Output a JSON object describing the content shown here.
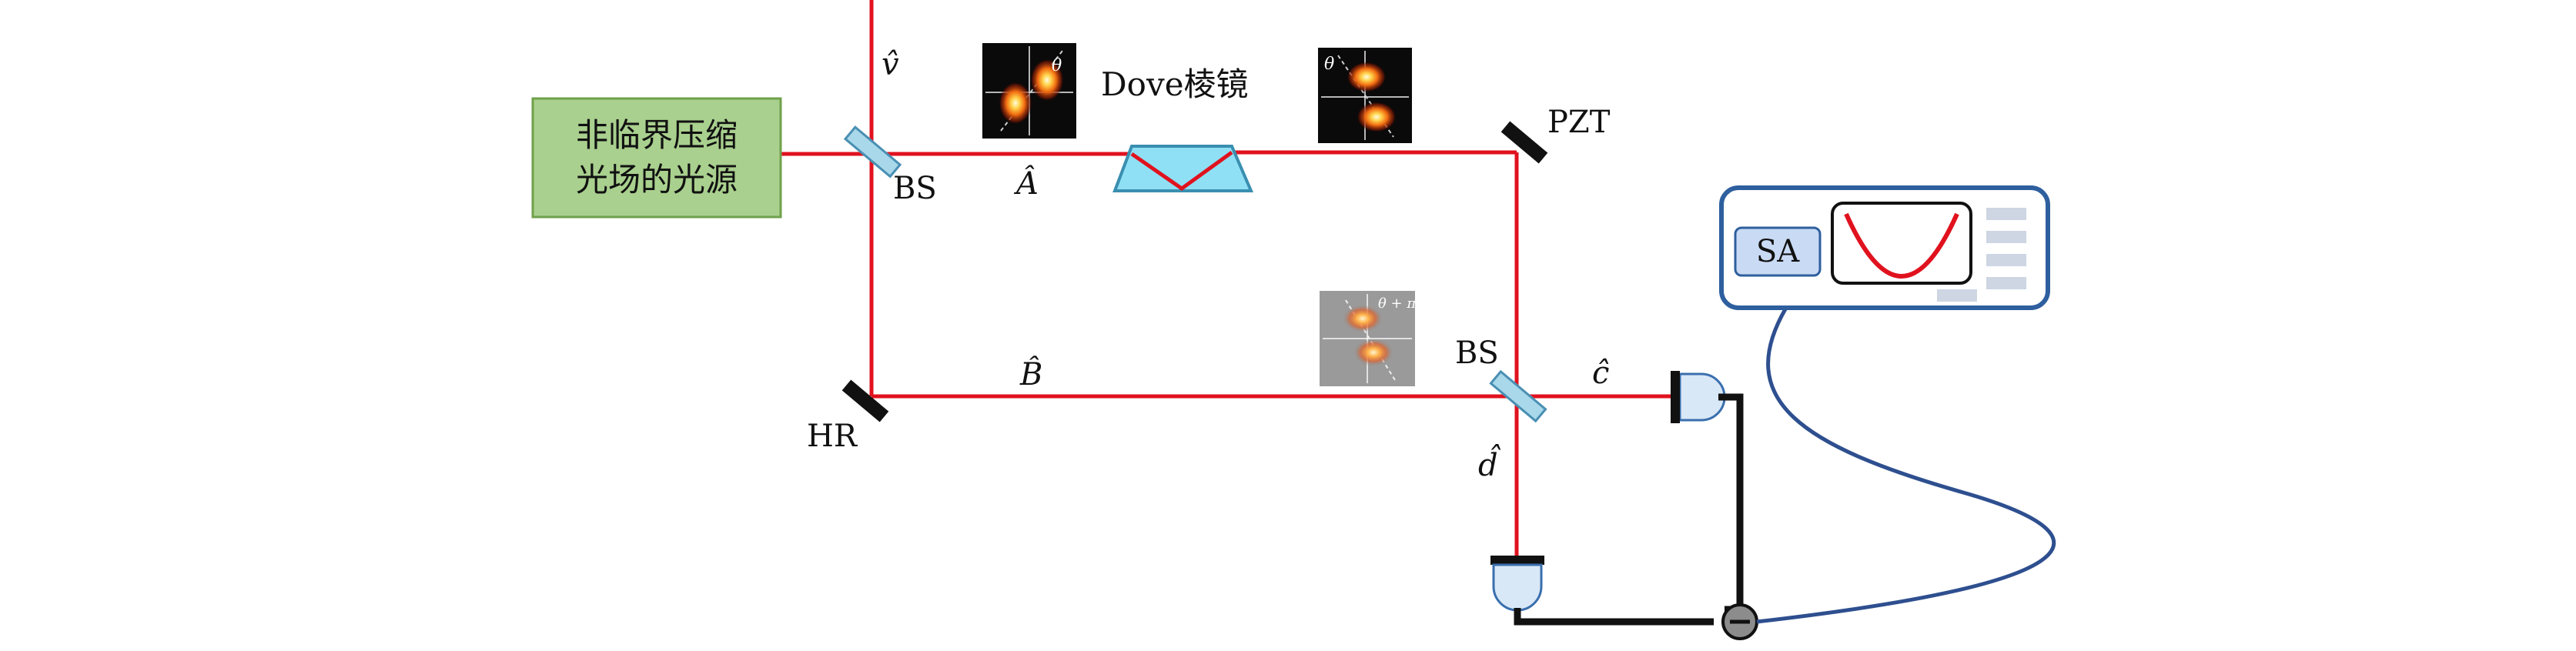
{
  "source": {
    "line1": "非临界压缩",
    "line2": "光场的光源"
  },
  "labels": {
    "v": "v̂",
    "bs_top": "BS",
    "bs_bottom": "BS",
    "a": "Â",
    "b": "B̂",
    "c": "ĉ",
    "d": "d̂",
    "dove": "Dove棱镜",
    "pzt": "PZT",
    "hr": "HR",
    "theta_in": "θ",
    "theta_out": "θ",
    "theta_pi": "θ + π"
  },
  "analyzer": {
    "label": "SA"
  },
  "colors": {
    "beam": "#e0121e",
    "source_fill": "#a9d08e",
    "source_border": "#6fa14b",
    "splitter": "#a8d8ea",
    "prism": "#8fe0f5",
    "mirror": "#111111",
    "detector": "#d9e8f6",
    "sa_border": "#2e5f9e",
    "cable": "#2e4f8f"
  }
}
